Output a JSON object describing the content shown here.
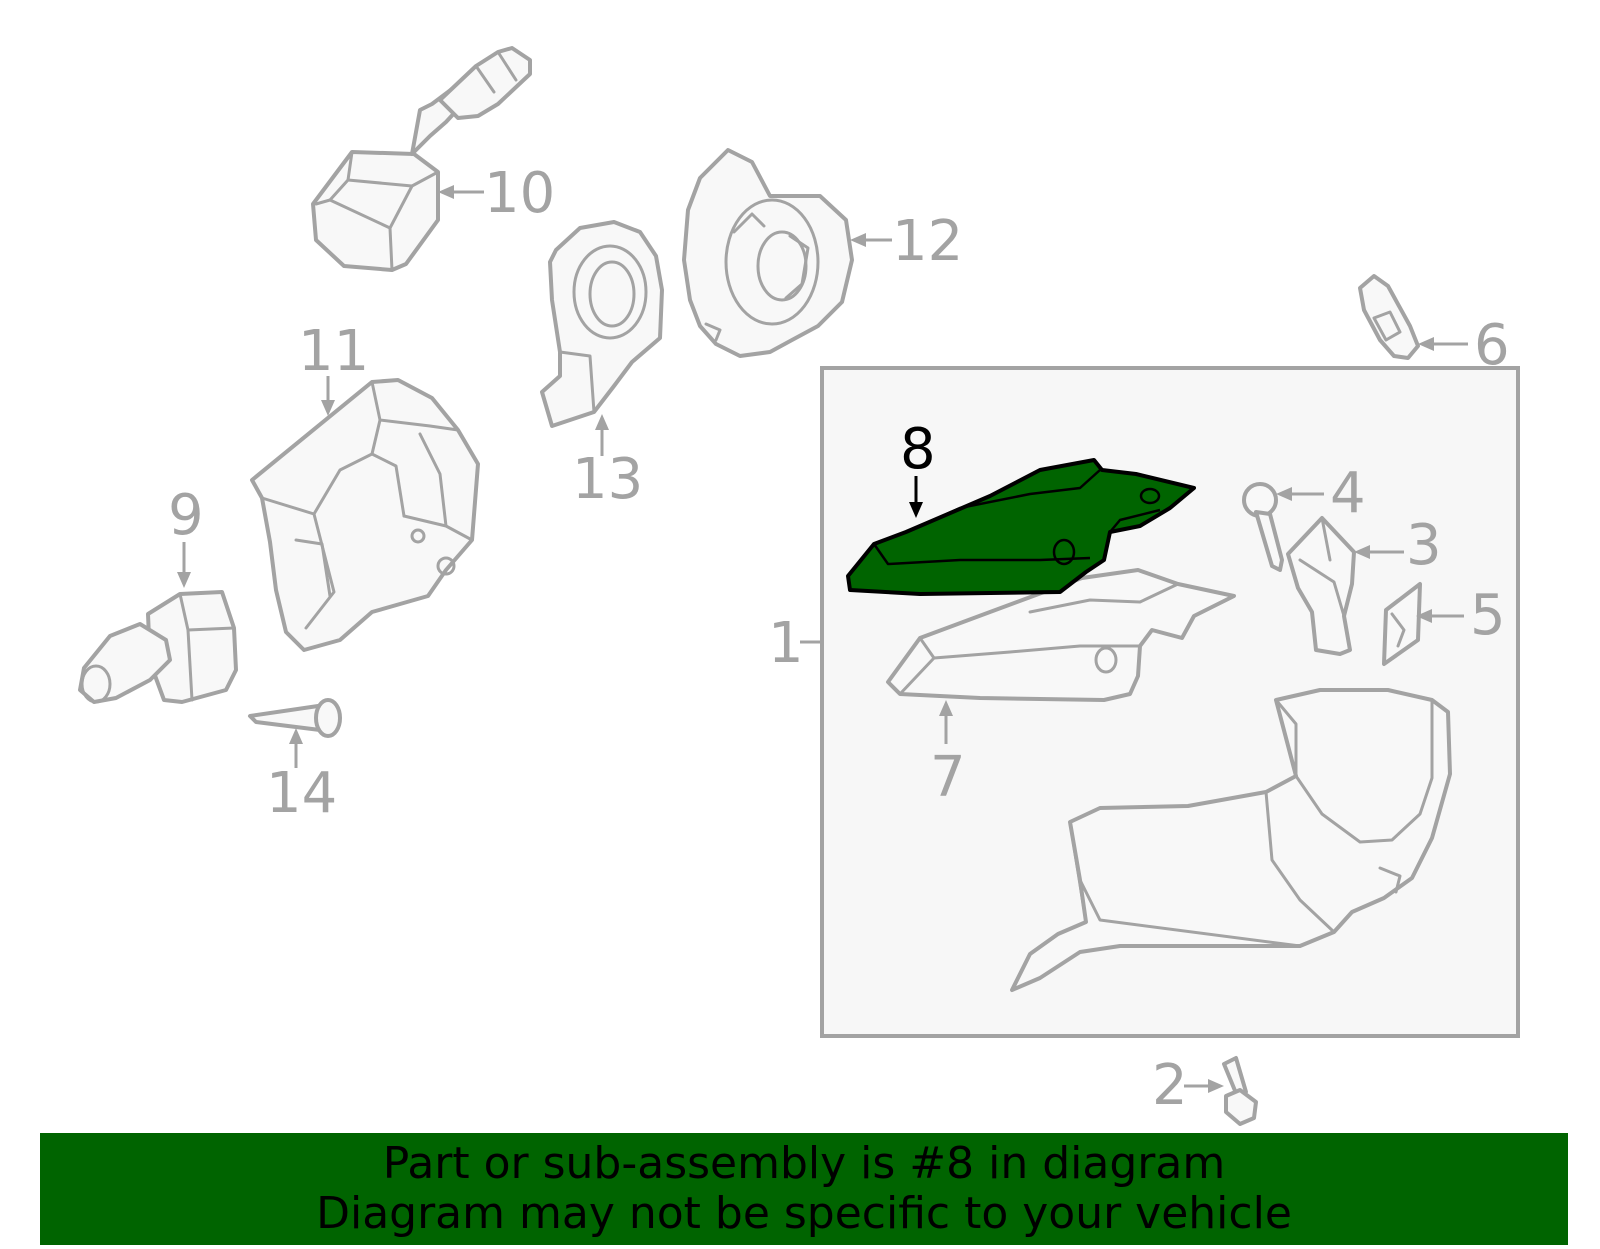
{
  "diagram": {
    "highlight_color": "#006400",
    "line_color": "#a3a3a3",
    "highlighted_part": "8",
    "callouts": [
      "1",
      "2",
      "3",
      "4",
      "5",
      "6",
      "7",
      "8",
      "9",
      "10",
      "11",
      "12",
      "13",
      "14"
    ]
  },
  "banner": {
    "line1": "Part or sub-assembly is #8 in diagram",
    "line2": "Diagram may not be specific to your vehicle",
    "background": "#006400"
  }
}
